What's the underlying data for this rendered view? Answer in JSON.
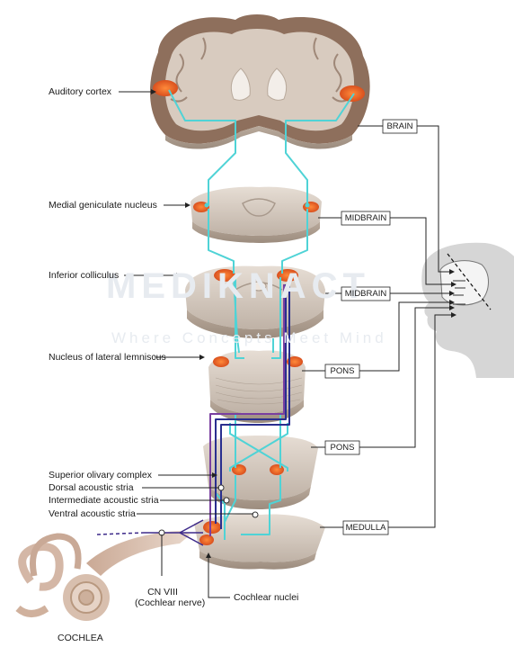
{
  "watermark": {
    "brand": "MEDIKNACT",
    "tagline": "Where Concepts Meet Mind"
  },
  "labels": {
    "auditory_cortex": "Auditory cortex",
    "medial_geniculate": "Medial geniculate nucleus",
    "inferior_colliculus": "Inferior colliculus",
    "nucleus_lateral_lemniscus": "Nucleus of lateral lemniscus",
    "superior_olivary": "Superior olivary complex",
    "dorsal_stria": "Dorsal acoustic stria",
    "intermediate_stria": "Intermediate acoustic stria",
    "ventral_stria": "Ventral acoustic stria",
    "cn_viii_line1": "CN VIII",
    "cn_viii_line2": "(Cochlear nerve)",
    "cochlear_nuclei": "Cochlear nuclei",
    "cochlea": "COCHLEA"
  },
  "regions": {
    "brain": "BRAIN",
    "midbrain_upper": "MIDBRAIN",
    "midbrain_lower": "MIDBRAIN",
    "pons_upper": "PONS",
    "pons_lower": "PONS",
    "medulla": "MEDULLA"
  },
  "colors": {
    "pathway_cyan": "#4fd3d6",
    "pathway_navy": "#2a2f8f",
    "pathway_purple": "#7a3fa0",
    "nucleus_orange": "#e8682a",
    "tissue": "#d9cfc6",
    "cortex_brown": "#8a6a58",
    "head_gray": "#d6d6d6"
  }
}
